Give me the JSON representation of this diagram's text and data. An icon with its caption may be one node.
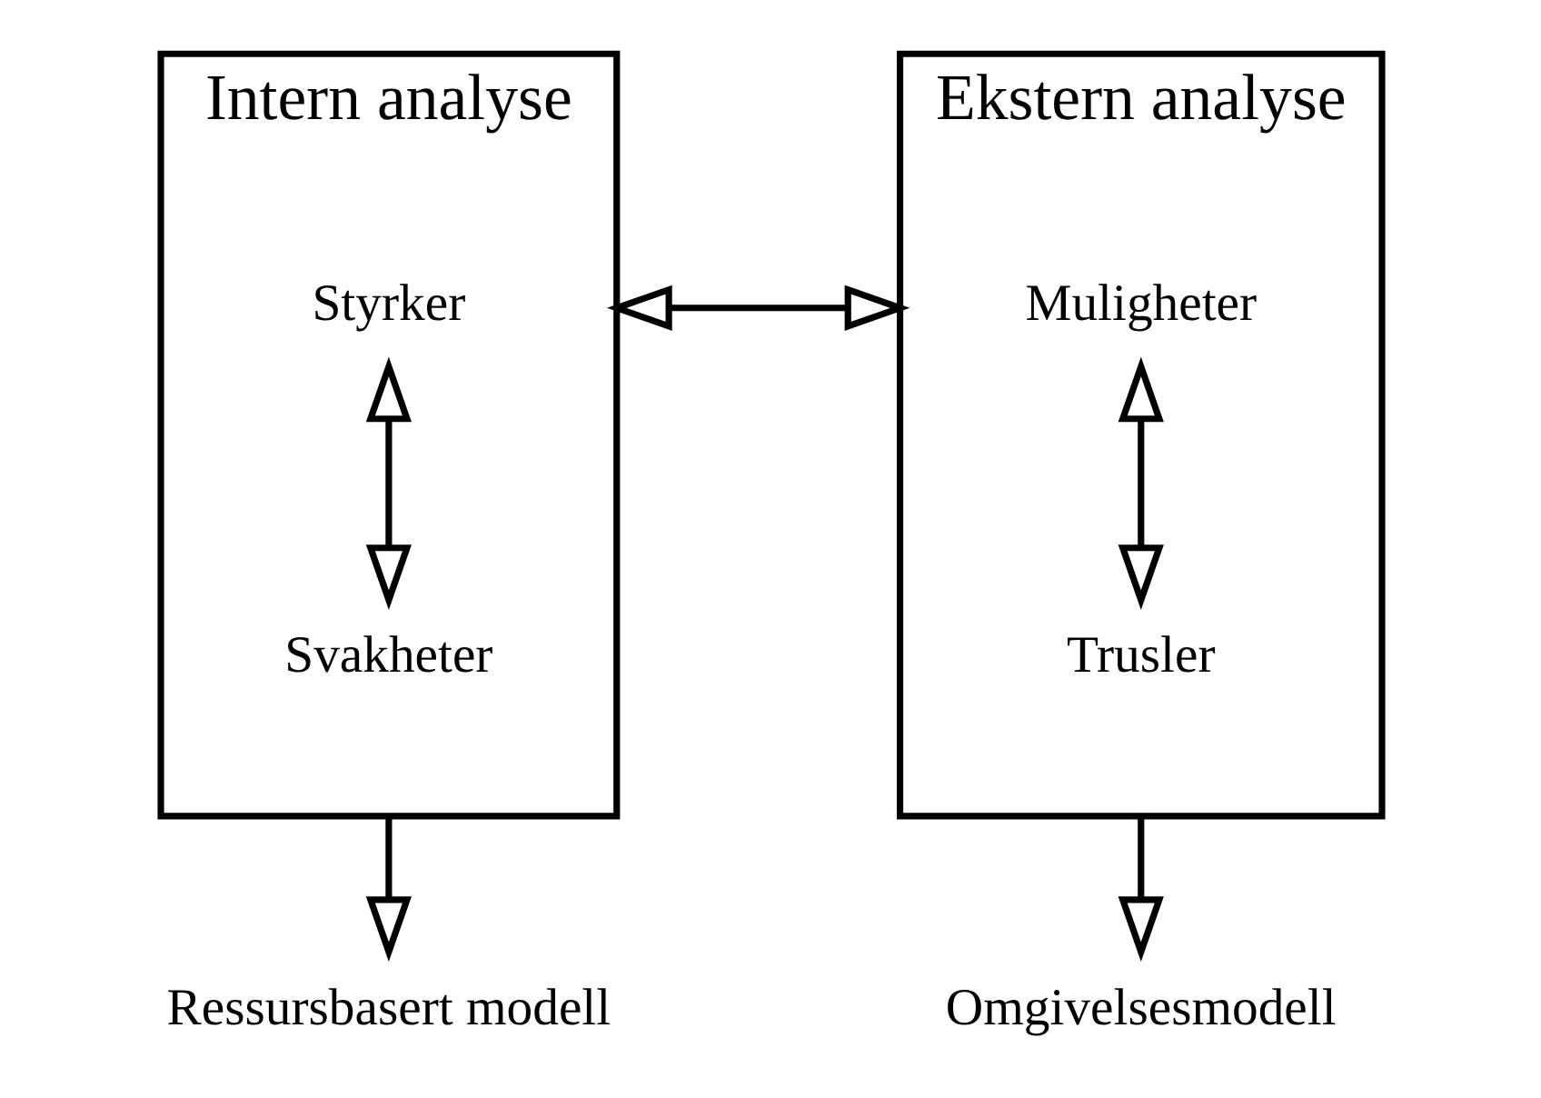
{
  "diagram": {
    "nodes": [
      {
        "text": [
          "Intern analyse"
        ]
      },
      {
        "text": [
          "Styrker"
        ],
        "in": 0
      },
      {
        "text": [
          "Svakheter"
        ],
        "in": 0
      },
      {
        "text": [
          "Ekstern analyse"
        ]
      },
      {
        "text": [
          "Muligheter"
        ],
        "in": 3
      },
      {
        "text": [
          "Trusler"
        ],
        "in": 3
      },
      {
        "text": [
          "Ressursbasert modell"
        ]
      },
      {
        "text": [
          "Omgivelsesmodell"
        ]
      }
    ],
    "edges": [
      {
        "from": 1,
        "to": 2,
        "arrow": "both"
      },
      {
        "from": 4,
        "to": 5,
        "arrow": "both"
      },
      {
        "from": 0,
        "to": 3,
        "arrow": "both"
      },
      {
        "from": 0,
        "to": 6,
        "arrow": "to"
      },
      {
        "from": 3,
        "to": 7,
        "arrow": "to"
      }
    ]
  }
}
